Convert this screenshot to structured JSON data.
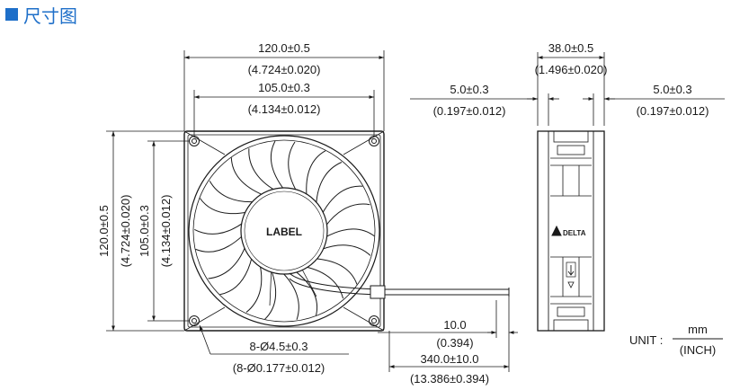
{
  "title": "尺寸图",
  "accent_color": "#1e6fc9",
  "front_view": {
    "overall_width": "120.0±0.5",
    "overall_width_inch": "(4.724±0.020)",
    "hole_spacing": "105.0±0.3",
    "hole_spacing_inch": "(4.134±0.012)",
    "overall_height": "120.0±0.5",
    "overall_height_inch": "(4.724±0.020)",
    "hole_spacing_v": "105.0±0.3",
    "hole_spacing_v_inch": "(4.134±0.012)",
    "hub_label": "LABEL",
    "hole_dia": "8-Ø4.5±0.3",
    "hole_dia_inch": "(8-Ø0.177±0.012)"
  },
  "cable": {
    "strip_length": "10.0",
    "strip_length_inch": "(0.394)",
    "cable_length": "340.0±10.0",
    "cable_length_inch": "(13.386±0.394)"
  },
  "side_view": {
    "depth": "38.0±0.5",
    "depth_inch": "(1.496±0.020)",
    "flange_left": "5.0±0.3",
    "flange_left_inch": "(0.197±0.012)",
    "flange_right": "5.0±0.3",
    "flange_right_inch": "(0.197±0.012)",
    "brand": "DELTA"
  },
  "units": {
    "prefix": "UNIT :",
    "numerator": "mm",
    "denominator": "(INCH)"
  }
}
